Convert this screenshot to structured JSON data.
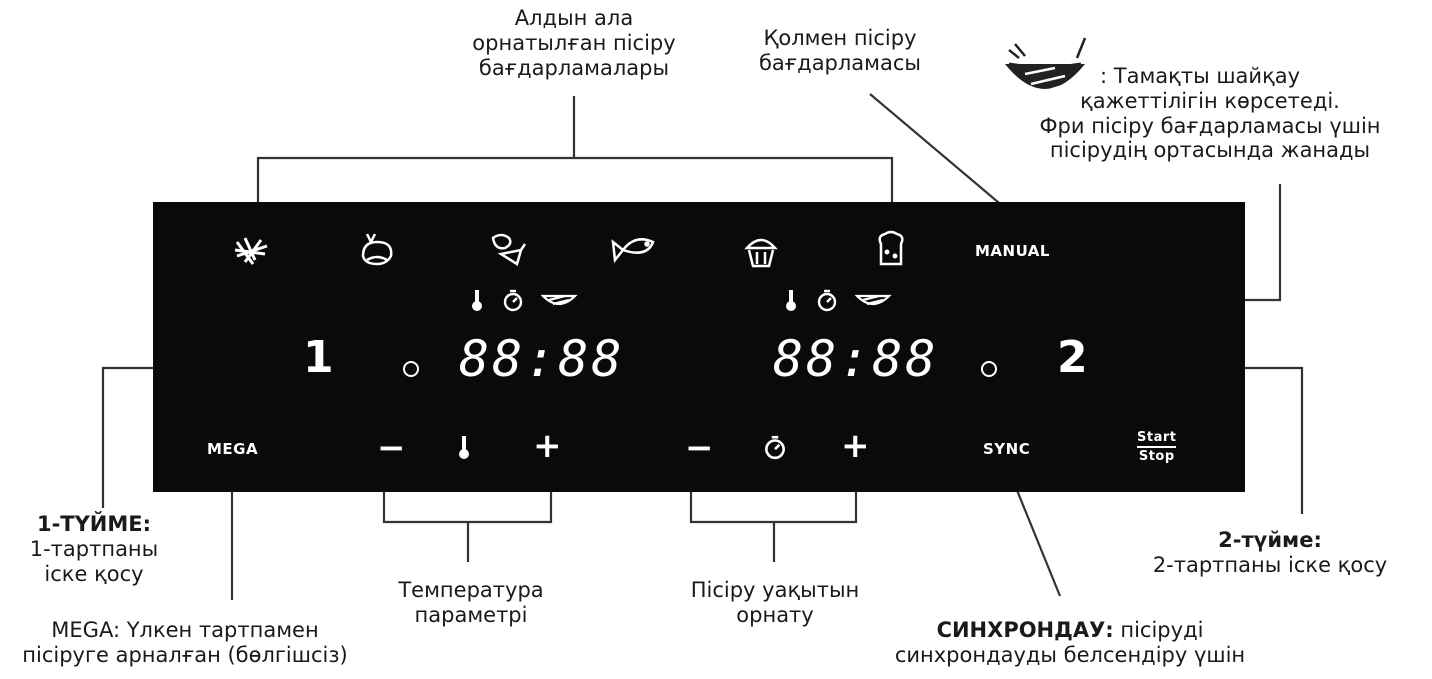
{
  "labels": {
    "preset": [
      "Алдын ала",
      "орнатылған пісіру",
      "бағдарламалары"
    ],
    "manual": [
      "Қолмен пісіру",
      "бағдарламасы"
    ],
    "shake": [
      ": Тамақты шайқау",
      "қажеттілігін көрсетеді.",
      "Фри пісіру бағдарламасы үшін",
      "пісірудің ортасында жанады"
    ],
    "btn1_title": "1-ТҮЙМЕ:",
    "btn1_desc": [
      "1-тартпаны",
      "іске қосу"
    ],
    "mega_desc": [
      "MEGA: Үлкен тартпамен",
      "пісіруге арналған (бөлгішсіз)"
    ],
    "temp": [
      "Температура",
      "параметрі"
    ],
    "time": [
      "Пісіру уақытын",
      "орнату"
    ],
    "sync_title": "СИНХРОНДАУ:",
    "sync_rest": " пісіруді",
    "sync_line2": "синхрондауды белсендіру үшін",
    "btn2_title": "2-түйме:",
    "btn2_desc": "2-тартпаны іске қосу"
  },
  "panel": {
    "manual": "MANUAL",
    "zone1": "1",
    "zone2": "2",
    "display1": "88:88",
    "display2": "88:88",
    "mega": "MEGA",
    "minus": "−",
    "plus": "+",
    "sync": "SYNC",
    "start": "Start",
    "stop": "Stop"
  },
  "icons": [
    "fries-icon",
    "chicken-icon",
    "vegetables-icon",
    "fish-icon",
    "cake-icon",
    "bread-icon",
    "thermometer-icon",
    "timer-icon",
    "shake-icon"
  ],
  "colors": {
    "panel": "#0a0a0a",
    "panel_text": "#ffffff",
    "text": "#1a1a1a",
    "lines": "#333333"
  }
}
